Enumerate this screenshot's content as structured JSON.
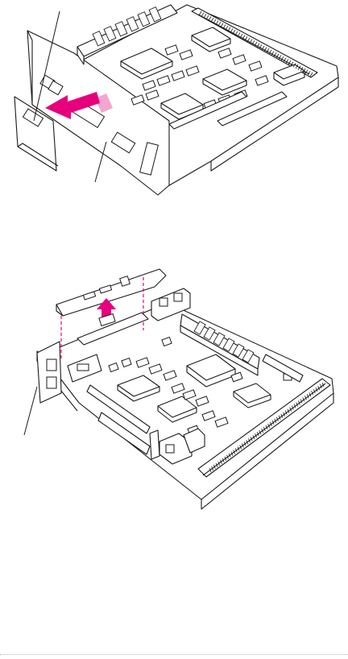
{
  "figure": {
    "panels": [
      {
        "step": "remove-old-port-access-cover",
        "arrow_direction": "left"
      },
      {
        "step": "lift-port-access-cover-off-card",
        "arrow_direction": "up"
      }
    ]
  },
  "colors": {
    "line": "#1a1a1a",
    "accent": "#e6007e",
    "accent_light": "#f4a6cf",
    "background": "#ffffff",
    "rule": "#b8b8b8"
  }
}
